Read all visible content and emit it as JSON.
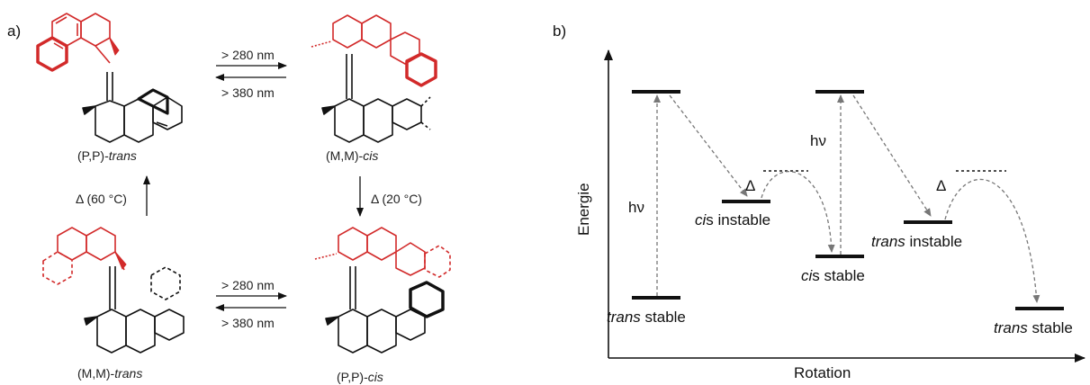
{
  "panel_a": {
    "label": "a)",
    "molecules": {
      "pp_trans": {
        "label_prefix": "(P,P)-",
        "label_italic": "trans"
      },
      "mm_cis": {
        "label_prefix": "(M,M)-",
        "label_italic": "cis"
      },
      "mm_trans": {
        "label_prefix": "(M,M)-",
        "label_italic": "trans"
      },
      "pp_cis": {
        "label_prefix": "(P,P)-",
        "label_italic": "cis"
      }
    },
    "arrows": {
      "top_forward": "> 280 nm",
      "top_backward": "> 380 nm",
      "bottom_forward": "> 280 nm",
      "bottom_backward": "> 380 nm",
      "left_thermal": "Δ (60 °C)",
      "right_thermal": "Δ (20 °C)"
    },
    "colors": {
      "red": "#d22a2a",
      "black": "#111111"
    }
  },
  "panel_b": {
    "label": "b)",
    "y_axis_label": "Energie",
    "x_axis_label": "Rotation",
    "levels": {
      "trans_stable_1": {
        "italic": "trans",
        "suffix": " stable"
      },
      "cis_instable": {
        "italic": "ci",
        "suffix": "s instable"
      },
      "cis_stable": {
        "italic": "ci",
        "suffix": "s stable"
      },
      "trans_instable": {
        "italic": "trans",
        "suffix": " instable"
      },
      "trans_stable_2": {
        "italic": "trans",
        "suffix": " stable"
      }
    },
    "hv_1": "hν",
    "hv_2": "hν",
    "delta_1": "Δ",
    "delta_2": "Δ"
  }
}
